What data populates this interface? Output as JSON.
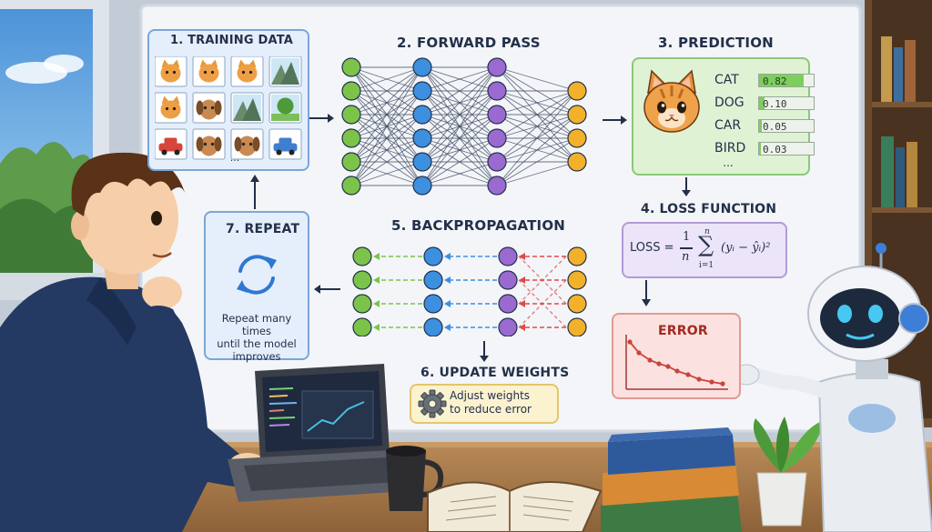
{
  "steps": {
    "training": {
      "title": "1. TRAINING DATA",
      "more": "..."
    },
    "forward": {
      "title": "2. FORWARD PASS"
    },
    "prediction": {
      "title": "3. PREDICTION",
      "items": [
        {
          "label": "CAT",
          "value": "0.82",
          "p": 0.82
        },
        {
          "label": "DOG",
          "value": "0.10",
          "p": 0.1
        },
        {
          "label": "CAR",
          "value": "0.05",
          "p": 0.05
        },
        {
          "label": "BIRD",
          "value": "0.03",
          "p": 0.03
        }
      ],
      "more": "..."
    },
    "loss": {
      "title": "4. LOSS FUNCTION",
      "lhs": "LOSS =",
      "num": "1",
      "den": "n",
      "sum_top": "n",
      "sum_bottom": "i=1",
      "term": "(yᵢ − ŷᵢ)²"
    },
    "error": {
      "title": "ERROR"
    },
    "backprop": {
      "title": "5. BACKPROPAGATION"
    },
    "update": {
      "title": "6. UPDATE WEIGHTS",
      "line1": "Adjust weights",
      "line2": "to reduce error"
    },
    "repeat": {
      "title": "7. REPEAT",
      "line1": "Repeat many times",
      "line2": "until the model",
      "line3": "improves"
    }
  },
  "colors": {
    "input": "#7cc34a",
    "hidden1": "#3d8fe0",
    "hidden2": "#9a6ad0",
    "output": "#f2b12a",
    "board": "#f4f6f9",
    "wall": "#bfcad6",
    "desk": "#a8794c",
    "green_box": "#dff2d4",
    "purple_box": "#ece4f8",
    "red_box": "#fbe1df",
    "blue_box": "#e5effb",
    "yellow_box": "#fbf2d0"
  }
}
